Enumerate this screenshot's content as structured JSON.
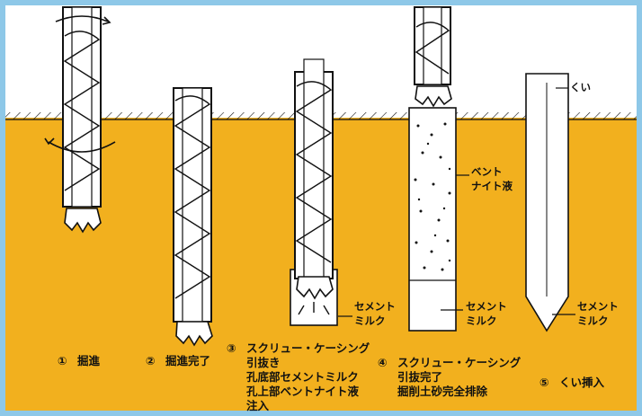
{
  "colors": {
    "sky": "#ffffff",
    "ground": "#f2b01e",
    "frame": "#8ec8e8",
    "line": "#111111"
  },
  "steps": [
    {
      "number": "①",
      "lines": [
        "掘進"
      ]
    },
    {
      "number": "②",
      "lines": [
        "掘進完了"
      ]
    },
    {
      "number": "③",
      "lines": [
        "スクリュー・ケーシング",
        "引抜き",
        "孔底部セメントミルク",
        "孔上部ベントナイト液",
        "注入"
      ]
    },
    {
      "number": "④",
      "lines": [
        "スクリュー・ケーシング",
        "引抜完了",
        "掘削土砂完全排除"
      ]
    },
    {
      "number": "⑤",
      "lines": [
        "くい挿入"
      ]
    }
  ],
  "callouts": {
    "bentonite": [
      "ベント",
      "ナイト液"
    ],
    "cement_milk_3": [
      "セメント",
      "ミルク"
    ],
    "cement_milk_4": [
      "セメント",
      "ミルク"
    ],
    "cement_milk_5": [
      "セメント",
      "ミルク"
    ],
    "pile": "くい"
  }
}
